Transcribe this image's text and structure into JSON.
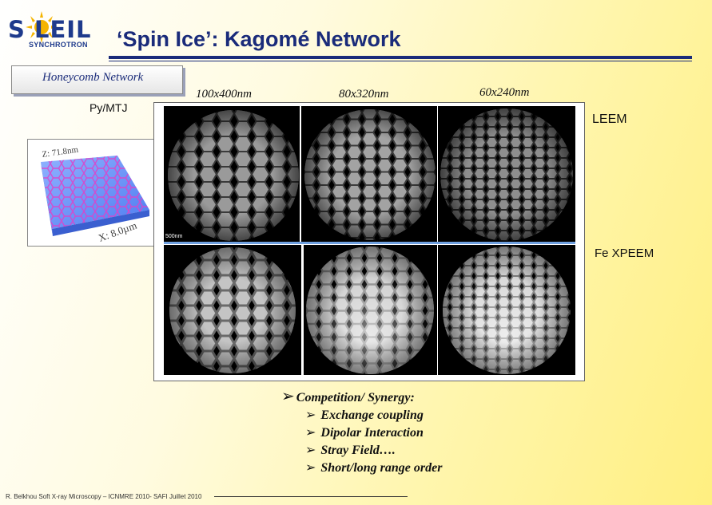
{
  "logo": {
    "word": "S LEIL",
    "sub": "SYNCHROTRON",
    "colors": {
      "sun": "#f5b400",
      "text": "#1e3a8c"
    }
  },
  "title": "‘Spin Ice’: Kagomé Network",
  "honeycomb_box": "Honeycomb Network",
  "left_label": "Py/MTJ",
  "afm": {
    "z_label": "Z: 71.8nm",
    "x_label": "X: 8.0µm"
  },
  "columns": [
    "100x400nm",
    "80x320nm",
    "60x240nm"
  ],
  "row_labels": {
    "leem": "LEEM",
    "xpeem": "Fe XPEEM"
  },
  "scalebar": "500nm",
  "bullets": {
    "main": "Competition/ Synergy:",
    "items": [
      "Exchange coupling",
      "Dipolar Interaction",
      "Stray Field….",
      "Short/long range order"
    ]
  },
  "footer": "R. Belkhou Soft X-ray Microscopy – ICNMRE 2010- SAFI Juillet 2010"
}
